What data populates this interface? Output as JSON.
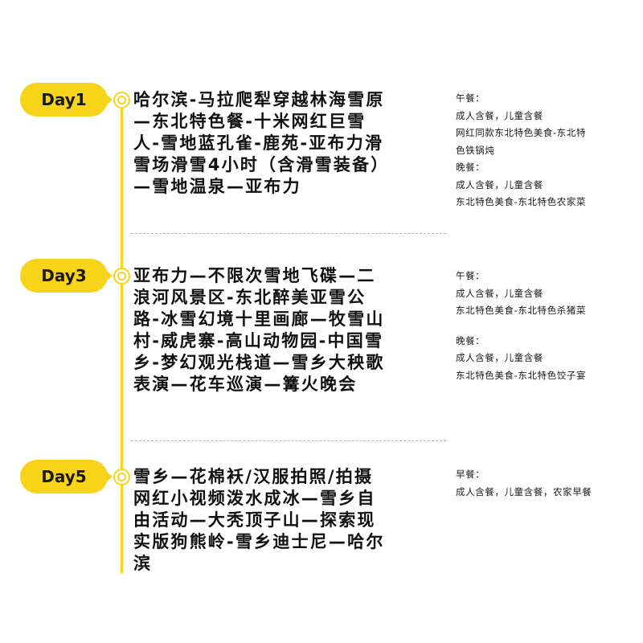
{
  "theme": {
    "accent": "#f7d31a",
    "text": "#111111",
    "divider": "#b5b5b5"
  },
  "days": [
    {
      "label": "Day1",
      "route_lines": [
        "哈尔滨-马拉爬犁穿越林海雪原",
        "—东北特色餐-十米网红巨雪",
        "人-雪地蓝孔雀-鹿苑-亚布力滑",
        "雪场滑雪4小时（含滑雪装备）",
        "—雪地温泉—亚布力"
      ],
      "meals": [
        "午餐：",
        "成人含餐，儿童含餐",
        "网红同款东北特色美食-东北特",
        "色铁锅炖",
        "晚餐：",
        "成人含餐，儿童含餐",
        "东北特色美食-东北特色农家菜"
      ]
    },
    {
      "label": "Day3",
      "route_lines": [
        "亚布力—不限次雪地飞碟—二",
        "浪河风景区-东北醉美亚雪公",
        "路-冰雪幻境十里画廊—牧雪山",
        "村-威虎寨-高山动物园-中国雪",
        "乡-梦幻观光栈道—雪乡大秧歌",
        "表演—花车巡演—篝火晚会"
      ],
      "meals_lunch": [
        "午餐：",
        "成人含餐，儿童含餐",
        "东北特色美食-东北特色杀猪菜"
      ],
      "meals_dinner": [
        "晚餐：",
        "成人含餐，儿童含餐",
        "东北特色美食-东北特色饺子宴"
      ]
    },
    {
      "label": "Day5",
      "route_lines": [
        "雪乡—花棉袄/汉服拍照/拍摄",
        "网红小视频泼水成冰—雪乡自",
        "由活动—大秃顶子山—探索现",
        "实版狗熊岭-雪乡迪士尼—哈尔",
        "滨"
      ],
      "meals": [
        "早餐：",
        "成人含餐，儿童含餐，农家早餐"
      ]
    }
  ]
}
